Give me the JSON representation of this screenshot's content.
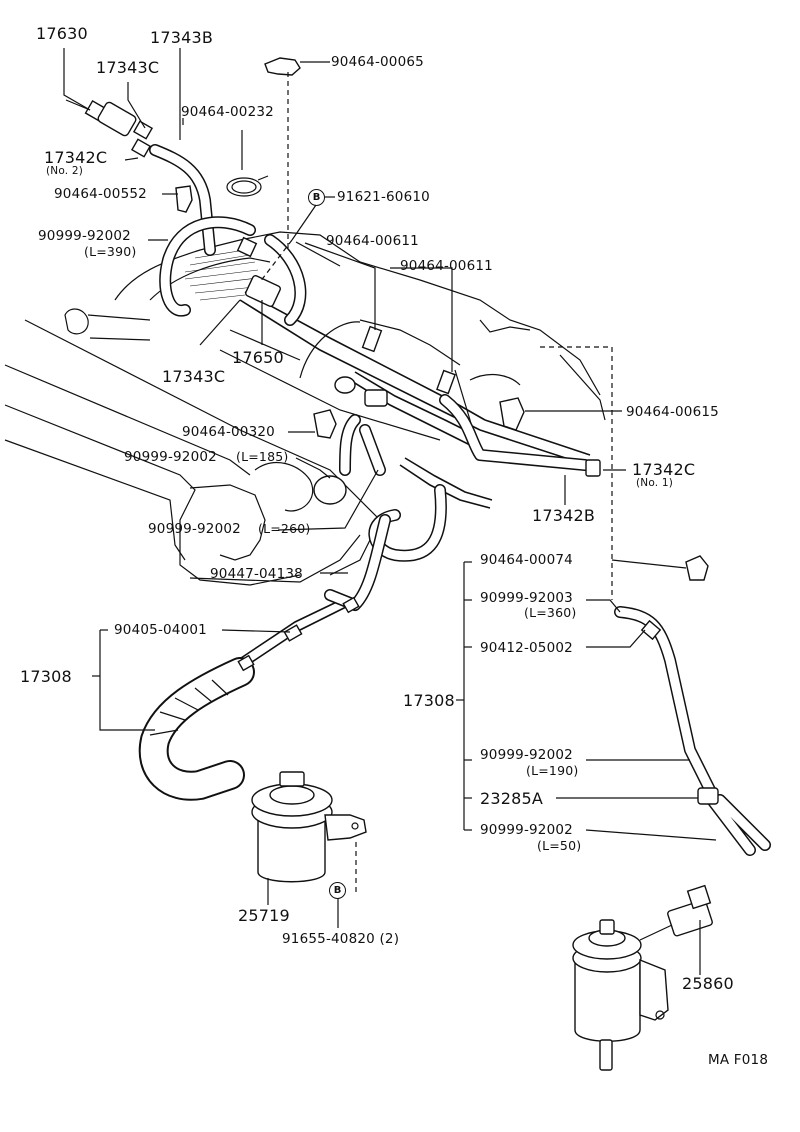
{
  "labels": {
    "p17630": "17630",
    "p17343b": "17343B",
    "p17343c_top": "17343C",
    "p90464_00065": "90464-00065",
    "p90464_00232": "90464-00232",
    "p17342c_no2": "17342C",
    "p17342c_no2_note": "(No. 2)",
    "p90464_00552": "90464-00552",
    "p91621_60610": "91621-60610",
    "p90999_92002_l390": "90999-92002",
    "p90999_92002_l390_note": "(L=390)",
    "p90464_00611_a": "90464-00611",
    "p90464_00611_b": "90464-00611",
    "p17343c_bottom": "17343C",
    "p17650": "17650",
    "p90464_00615": "90464-00615",
    "p90464_00320": "90464-00320",
    "p90999_92002_l185": "90999-92002",
    "p90999_92002_l185_note": "(L=185)",
    "p17342c_no1": "17342C",
    "p17342c_no1_note": "(No. 1)",
    "p17342b": "17342B",
    "p90999_92002_l260": "90999-92002",
    "p90999_92002_l260_note": "(L=260)",
    "p90447_04138": "90447-04138",
    "p90464_00074": "90464-00074",
    "p90999_92003": "90999-92003",
    "p90999_92003_note": "(L=360)",
    "p90405_04001": "90405-04001",
    "p17308_left": "17308",
    "p90412_05002": "90412-05002",
    "p17308_right": "17308",
    "p90999_92002_l190": "90999-92002",
    "p90999_92002_l190_note": "(L=190)",
    "p23285a": "23285A",
    "p90999_92002_l50": "90999-92002",
    "p90999_92002_l50_note": "(L=50)",
    "p25719": "25719",
    "p91655_40820": "91655-40820 (2)",
    "p25860": "25860",
    "code": "MA F018"
  },
  "bolt_markers": {
    "top": "B",
    "bottom": "B"
  },
  "colors": {
    "ink": "#111111",
    "paper": "#ffffff"
  }
}
